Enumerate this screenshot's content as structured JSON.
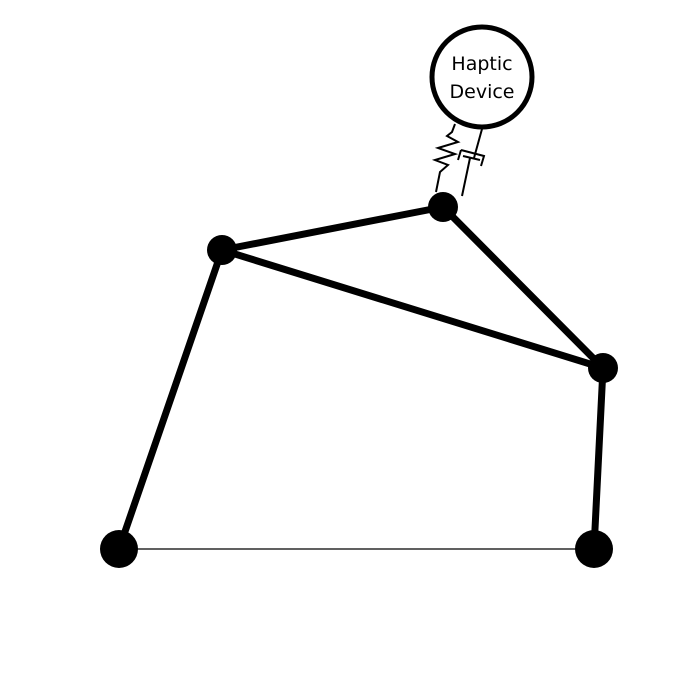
{
  "diagram": {
    "device_label_line1": "Haptic",
    "device_label_line2": "Device",
    "colors": {
      "background": "#ffffff",
      "stroke": "#000000",
      "node_fill": "#000000"
    },
    "nodes": [
      {
        "id": "top-center-node"
      },
      {
        "id": "left-upper-node"
      },
      {
        "id": "right-mid-node"
      },
      {
        "id": "bottom-left-node"
      },
      {
        "id": "bottom-right-node"
      }
    ],
    "links": [
      {
        "from": "left-upper-node",
        "to": "top-center-node"
      },
      {
        "from": "left-upper-node",
        "to": "right-mid-node"
      },
      {
        "from": "top-center-node",
        "to": "right-mid-node"
      },
      {
        "from": "left-upper-node",
        "to": "bottom-left-node"
      },
      {
        "from": "right-mid-node",
        "to": "bottom-right-node"
      }
    ],
    "ground_link": {
      "from": "bottom-left-node",
      "to": "bottom-right-node"
    },
    "coupling": {
      "spring": "spring-icon",
      "damper": "damper-icon"
    }
  }
}
